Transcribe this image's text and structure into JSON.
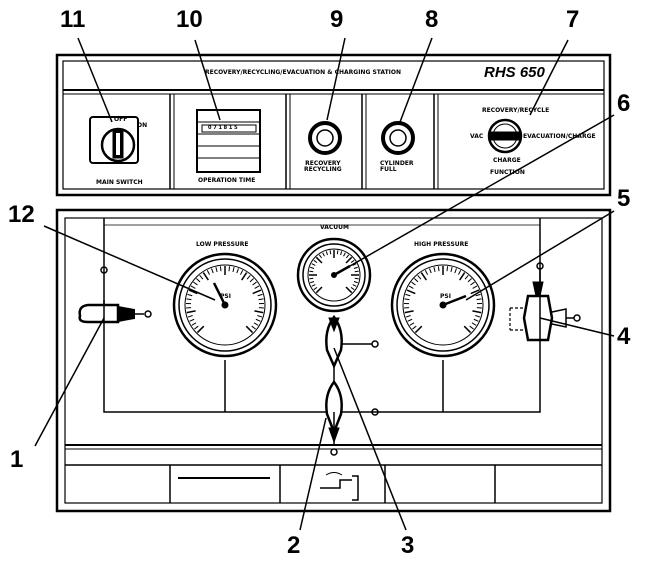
{
  "station": {
    "title": "RECOVERY/RECYCLING/EVACUATION & CHARGING STATION",
    "model": "RHS 650"
  },
  "top_panel": {
    "main_switch": {
      "label": "MAIN SWITCH",
      "off": "OFF",
      "on": "ON"
    },
    "operation_time": {
      "label": "OPERATION TIME",
      "digits": "0 7 1 8 1 5"
    },
    "recovery_lamp": {
      "label_line1": "RECOVERY",
      "label_line2": "RECYCLING"
    },
    "cylinder_lamp": {
      "label_line1": "CYLINDER",
      "label_line2": "FULL"
    },
    "function_selector": {
      "top": "RECOVERY/RECYCLE",
      "left": "VAC",
      "right": "EVACUATION/CHARGE",
      "bottom": "CHARGE",
      "label": "FUNCTION"
    }
  },
  "gauges": {
    "low": {
      "label": "LOW PRESSURE",
      "unit": "PSI"
    },
    "vacuum": {
      "label": "VACUUM"
    },
    "high": {
      "label": "HIGH PRESSURE",
      "unit": "PSI"
    }
  },
  "callouts": [
    "1",
    "2",
    "3",
    "4",
    "5",
    "6",
    "7",
    "8",
    "9",
    "10",
    "11",
    "12"
  ]
}
